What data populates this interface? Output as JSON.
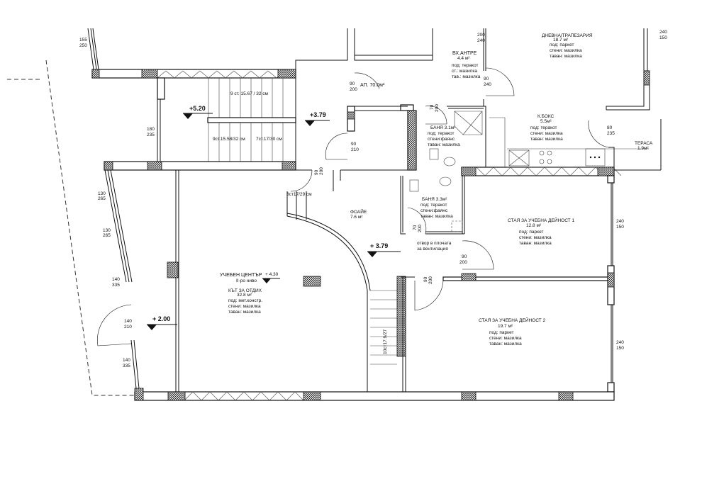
{
  "stairs": {
    "upper_flight": "9 ст. 15.67 / 32 см",
    "lower_flight_left": "9ст.15.58/32 см",
    "lower_flight_right": "7ст.17/30 см",
    "small_flight": "3ст17/29 см",
    "side_flight": "10ст17.9/27"
  },
  "levels": {
    "stair_top": "+5.20",
    "stair_landing": "+3.79",
    "foyer": "+ 3.79",
    "entrance": "+ 2.00",
    "center": "+ 4.30"
  },
  "apartment_label": "АП. 70.0м²",
  "openings": {
    "left_top_window": [
      "155",
      "250"
    ],
    "stair_window": [
      "180",
      "235"
    ],
    "apt_door": [
      "90",
      "200"
    ],
    "landing_door": [
      "90",
      "210"
    ],
    "small_door": [
      "90",
      "200"
    ],
    "antre_window": [
      "200",
      "240"
    ],
    "antre_door": [
      "90",
      "240"
    ],
    "bath1_door": [
      "70",
      "200"
    ],
    "living_window": [
      "240",
      "150"
    ],
    "terrace_door": [
      "80",
      "235"
    ],
    "facade_1": [
      "130",
      "265"
    ],
    "facade_2": [
      "130",
      "265"
    ],
    "facade_3": [
      "140",
      "335"
    ],
    "entrance_door": [
      "140",
      "210"
    ],
    "facade_4": [
      "140",
      "335"
    ],
    "bath2_door": [
      "70",
      "200"
    ],
    "room1_door": [
      "90",
      "200"
    ],
    "room2_door": [
      "90",
      "200"
    ],
    "room1_window": [
      "240",
      "150"
    ],
    "room2_window": [
      "240",
      "150"
    ]
  },
  "rooms": {
    "antre": {
      "name": "ВХ.АНТРЕ",
      "area": "4.4 м²",
      "floor": "под: теракот",
      "walls": "ст.: мазилка",
      "ceiling": "тав.: мазилка"
    },
    "living": {
      "name": "ДНЕВНА/ТРАПЕЗАРИЯ",
      "area": "18.7 м²",
      "floor": "под: паркет",
      "walls": "стени: мазилка",
      "ceiling": "таван: мазилка"
    },
    "bath1": {
      "name": "БАНЯ 3.1м²",
      "floor": "под: теракот",
      "walls": "стени:фаянс",
      "ceiling": "таван: мазилка"
    },
    "kitchen": {
      "name": "К.БОКС",
      "area": "5.5м²",
      "floor": "под: теракот",
      "walls": "стени: мазилка",
      "ceiling": "таван: мазилка"
    },
    "terrace": {
      "name": "ТЕРАСА",
      "area": "1.9м²"
    },
    "foyer": {
      "name": "ФОАЙЕ",
      "area": "7.6 м²"
    },
    "bath2": {
      "name": "БАНЯ 3.3м²",
      "floor": "под: теракот",
      "walls": "стени:фаянс",
      "ceiling": "таван: мазилка"
    },
    "ventilation": {
      "line1": "отвор в плочата",
      "line2": "за вентилация"
    },
    "center": {
      "name": "УЧЕБЕН ЦЕНТЪР",
      "level": "II-ро ниво",
      "sub": "КЪТ ЗА ОТДИХ",
      "area": "32.8 м²",
      "floor": "под: мет.констр.",
      "walls": "стени: мазилка",
      "ceiling": "таван: мазилка"
    },
    "room1": {
      "name": "СТАЯ ЗА УЧЕБНА ДЕЙНОСТ 1",
      "area": "12.8 м²",
      "floor": "под: паркет",
      "walls": "стени: мазилка",
      "ceiling": "таван: мазилка"
    },
    "room2": {
      "name": "СТАЯ  ЗА УЧЕБНА ДЕЙНОСТ 2",
      "area": "19.7 м²",
      "floor": "под: паркет",
      "walls": "стени: мазилка",
      "ceiling": "таван: мазилка"
    }
  }
}
